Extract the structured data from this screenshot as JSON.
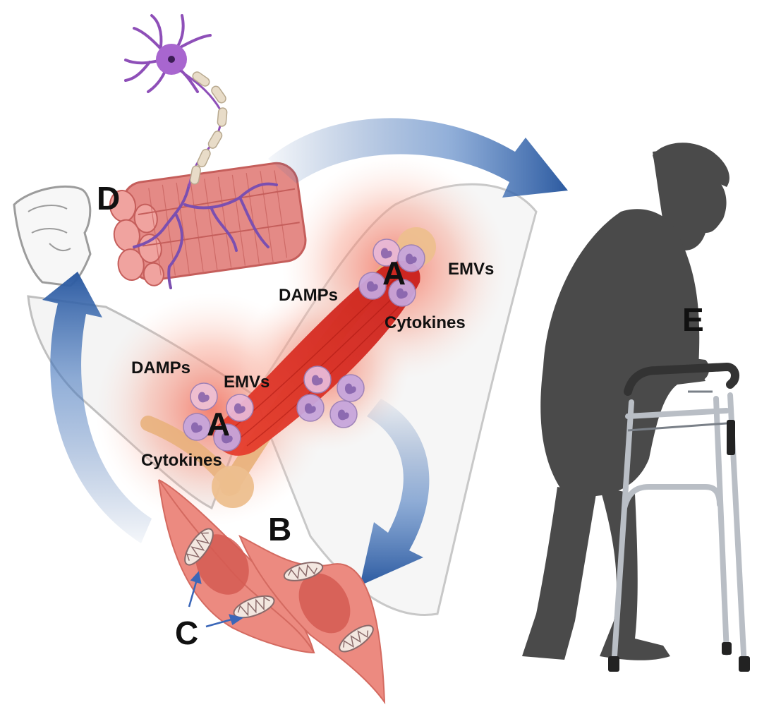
{
  "labels": {
    "panel_a_upper": "A",
    "panel_a_lower": "A",
    "panel_b": "B",
    "panel_c": "C",
    "panel_d": "D",
    "panel_e": "E",
    "damps_upper": "DAMPs",
    "emvs_upper": "EMVs",
    "cytokines_upper": "Cytokines",
    "damps_lower": "DAMPs",
    "emvs_lower": "EMVs",
    "cytokines_lower": "Cytokines"
  },
  "colors": {
    "arrow_blue": "#2c5aa0",
    "muscle_red": "#d62a22",
    "inflammation_glow": "#f25a45",
    "bone": "#e8b079",
    "cell_pink": "#ec8a80",
    "fiber_pink": "#e48a86",
    "neuron_purple": "#8e4fb8",
    "silhouette_gray": "#4a4a4a",
    "walker_metal": "#b9bec5",
    "immune_cell_lilac": "#c7a6dc"
  }
}
